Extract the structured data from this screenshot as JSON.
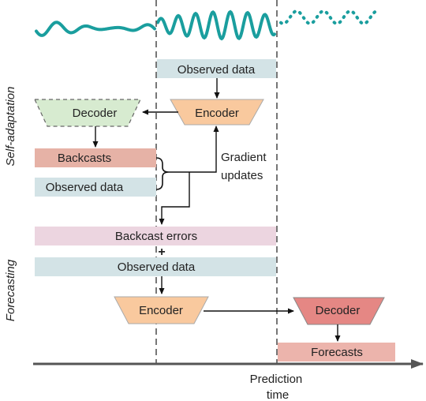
{
  "side_labels": {
    "self_adaptation": "Self-adaptation",
    "forecasting": "Forecasting"
  },
  "boxes": {
    "observed_top": "Observed data",
    "encoder_top": "Encoder",
    "decoder_top": "Decoder",
    "backcasts": "Backcasts",
    "observed_mid": "Observed data",
    "backcast_errors": "Backcast errors",
    "plus": "+",
    "observed_bottom": "Observed data",
    "encoder_bottom": "Encoder",
    "decoder_bottom": "Decoder",
    "forecasts": "Forecasts"
  },
  "gradient_label": {
    "line1": "Gradient",
    "line2": "updates"
  },
  "time_axis": {
    "line1": "Prediction",
    "line2": "time"
  },
  "colors": {
    "wave": "#1a9e9e",
    "observed": "#d3e3e6",
    "backcasts": "#e6b2a6",
    "backcast_errors": "#ecd5e0",
    "encoder": "#f9c99e",
    "decoder_top": "#d7ebd0",
    "decoder_bottom": "#e58784",
    "forecasts": "#ecb4ac",
    "side_label": "#3b3b8f",
    "axis": "#555555"
  }
}
